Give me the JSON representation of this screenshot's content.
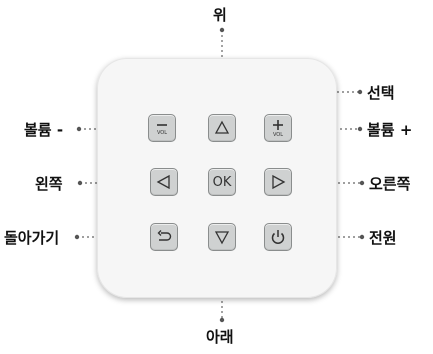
{
  "labels": {
    "up": "위",
    "select": "선택",
    "vol_down": "볼륨 -",
    "vol_up": "볼륨 +",
    "left": "왼쪽",
    "right": "오른쪽",
    "back": "돌아가기",
    "power": "전원",
    "down": "아래"
  },
  "buttons": {
    "vol_down_text": "VOL",
    "vol_up_text": "VOL",
    "ok": "OK"
  },
  "colors": {
    "button_fill": "#cfd1d1",
    "button_border": "#8a8d8d",
    "body": "#f6f6f6",
    "leader": "#666666"
  }
}
